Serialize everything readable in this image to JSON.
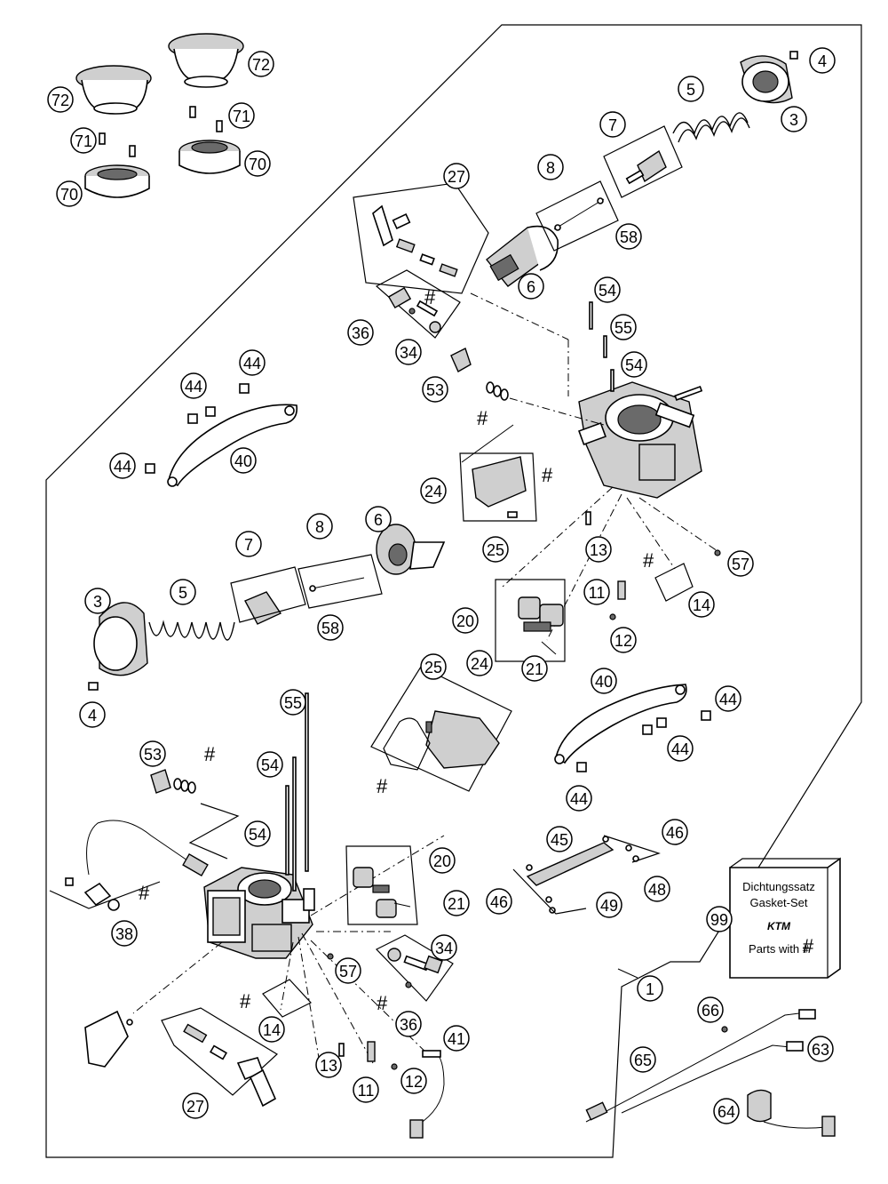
{
  "diagram": {
    "gasket_set_box": {
      "line1": "Dichtungssatz",
      "line2": "Gasket-Set",
      "brand": "KTM",
      "line3": "Parts with #"
    },
    "hash_symbol": "#",
    "callouts": [
      {
        "id": "c72a",
        "label": "72"
      },
      {
        "id": "c72b",
        "label": "72"
      },
      {
        "id": "c71a",
        "label": "71"
      },
      {
        "id": "c71b",
        "label": "71"
      },
      {
        "id": "c70a",
        "label": "70"
      },
      {
        "id": "c70b",
        "label": "70"
      },
      {
        "id": "c4a",
        "label": "4"
      },
      {
        "id": "c3a",
        "label": "3"
      },
      {
        "id": "c5a",
        "label": "5"
      },
      {
        "id": "c7a",
        "label": "7"
      },
      {
        "id": "c8a",
        "label": "8"
      },
      {
        "id": "c58a",
        "label": "58"
      },
      {
        "id": "c27a",
        "label": "27"
      },
      {
        "id": "c6a",
        "label": "6"
      },
      {
        "id": "c54a",
        "label": "54"
      },
      {
        "id": "c55a",
        "label": "55"
      },
      {
        "id": "c54b",
        "label": "54"
      },
      {
        "id": "c36a",
        "label": "36"
      },
      {
        "id": "c34a",
        "label": "34"
      },
      {
        "id": "c53a",
        "label": "53"
      },
      {
        "id": "c44a",
        "label": "44"
      },
      {
        "id": "c44b",
        "label": "44"
      },
      {
        "id": "c44c",
        "label": "44"
      },
      {
        "id": "c40a",
        "label": "40"
      },
      {
        "id": "c24a",
        "label": "24"
      },
      {
        "id": "c25a",
        "label": "25"
      },
      {
        "id": "c13a",
        "label": "13"
      },
      {
        "id": "c57a",
        "label": "57"
      },
      {
        "id": "c11a",
        "label": "11"
      },
      {
        "id": "c14a",
        "label": "14"
      },
      {
        "id": "c12a",
        "label": "12"
      },
      {
        "id": "c20a",
        "label": "20"
      },
      {
        "id": "c21a",
        "label": "21"
      },
      {
        "id": "c3b",
        "label": "3"
      },
      {
        "id": "c5b",
        "label": "5"
      },
      {
        "id": "c7b",
        "label": "7"
      },
      {
        "id": "c8b",
        "label": "8"
      },
      {
        "id": "c6b",
        "label": "6"
      },
      {
        "id": "c58b",
        "label": "58"
      },
      {
        "id": "c4b",
        "label": "4"
      },
      {
        "id": "c25b",
        "label": "25"
      },
      {
        "id": "c24b",
        "label": "24"
      },
      {
        "id": "c40b",
        "label": "40"
      },
      {
        "id": "c44d",
        "label": "44"
      },
      {
        "id": "c44e",
        "label": "44"
      },
      {
        "id": "c44f",
        "label": "44"
      },
      {
        "id": "c55b",
        "label": "55"
      },
      {
        "id": "c53b",
        "label": "53"
      },
      {
        "id": "c54c",
        "label": "54"
      },
      {
        "id": "c54d",
        "label": "54"
      },
      {
        "id": "c20b",
        "label": "20"
      },
      {
        "id": "c21b",
        "label": "21"
      },
      {
        "id": "c45a",
        "label": "45"
      },
      {
        "id": "c46a",
        "label": "46"
      },
      {
        "id": "c46b",
        "label": "46"
      },
      {
        "id": "c48a",
        "label": "48"
      },
      {
        "id": "c49a",
        "label": "49"
      },
      {
        "id": "c38a",
        "label": "38"
      },
      {
        "id": "c57b",
        "label": "57"
      },
      {
        "id": "c34b",
        "label": "34"
      },
      {
        "id": "c36b",
        "label": "36"
      },
      {
        "id": "c14b",
        "label": "14"
      },
      {
        "id": "c41a",
        "label": "41"
      },
      {
        "id": "c13b",
        "label": "13"
      },
      {
        "id": "c11b",
        "label": "11"
      },
      {
        "id": "c12b",
        "label": "12"
      },
      {
        "id": "c27b",
        "label": "27"
      },
      {
        "id": "c1a",
        "label": "1"
      },
      {
        "id": "c99a",
        "label": "99"
      },
      {
        "id": "c66a",
        "label": "66"
      },
      {
        "id": "c63a",
        "label": "63"
      },
      {
        "id": "c65a",
        "label": "65"
      },
      {
        "id": "c64a",
        "label": "64"
      }
    ]
  }
}
